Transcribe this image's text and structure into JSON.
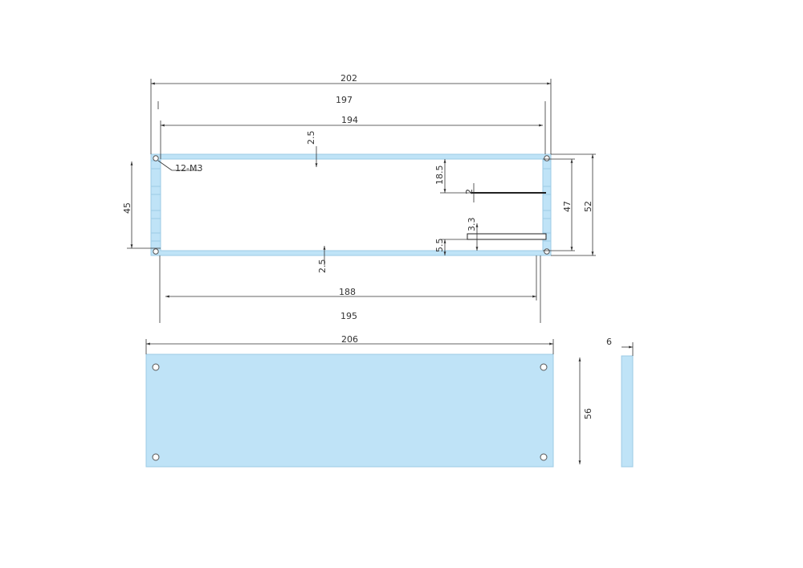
{
  "colors": {
    "part_fill": "#bfe3f7",
    "part_edge": "#9ccbe6",
    "line": "#333333"
  },
  "profile": {
    "overall_width": "202",
    "width_197": "197",
    "inner_width_194": "194",
    "top_wall": "2.5",
    "bottom_wall": "2.5",
    "screw_note": "12-M3",
    "height_45": "45",
    "height_47": "47",
    "height_52": "52",
    "slot_offset": "18.5",
    "slot_thickness": "2",
    "slot_gap": "3.3",
    "bottom_offset": "5.5",
    "bottom_width_188": "188",
    "bottom_width_195": "195"
  },
  "end_plate": {
    "width": "206",
    "height": "56",
    "thickness": "6"
  }
}
